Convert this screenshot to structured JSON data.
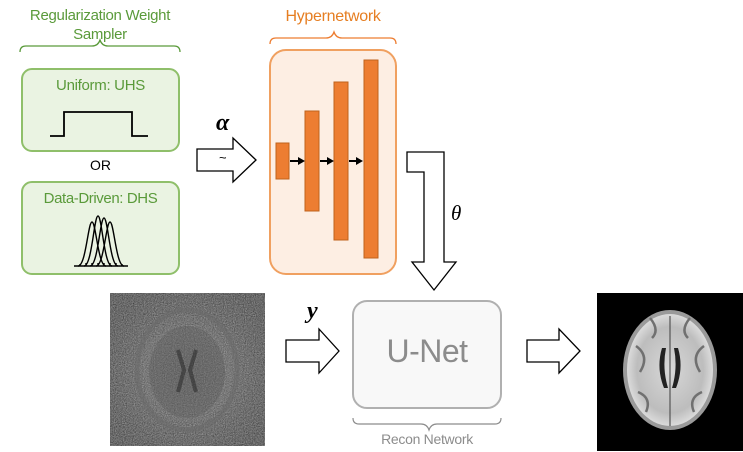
{
  "sampler": {
    "title_line1": "Regularization Weight",
    "title_line2": "Sampler",
    "uniform_label": "Uniform: UHS",
    "or_label": "OR",
    "datadriven_label": "Data-Driven: DHS"
  },
  "hypernetwork": {
    "title": "Hypernetwork"
  },
  "symbols": {
    "alpha": "α",
    "tilde": "~",
    "theta": "θ",
    "y": "y"
  },
  "unet": {
    "label": "U-Net",
    "caption": "Recon Network"
  },
  "colors": {
    "green": "#5a9a3a",
    "green_fill": "#eaf3e2",
    "green_border": "#8fbf6a",
    "orange": "#ed7d31",
    "orange_fill": "#fdeee3",
    "orange_border": "#f0a060",
    "gray": "#8c8c8c"
  }
}
